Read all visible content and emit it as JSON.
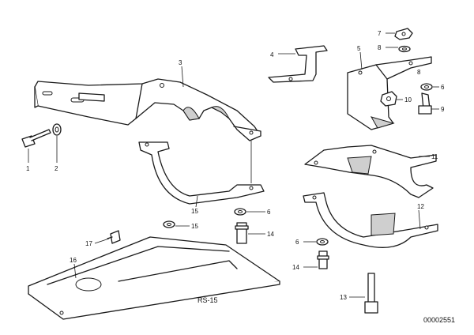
{
  "diagram": {
    "callouts": {
      "c1": "1",
      "c2": "2",
      "c3": "3",
      "c4": "4",
      "c5": "5",
      "c6a": "6",
      "c6b": "6",
      "c6c": "6",
      "c7": "7",
      "c8a": "8",
      "c8b": "8",
      "c9": "9",
      "c10": "10",
      "c11": "11",
      "c12": "12",
      "c13": "13",
      "c14a": "14",
      "c14b": "14",
      "c15a": "15",
      "c15b": "15",
      "c16": "16",
      "c17": "17"
    },
    "variant_label": "RS-15",
    "catalog_number": "00002551"
  }
}
